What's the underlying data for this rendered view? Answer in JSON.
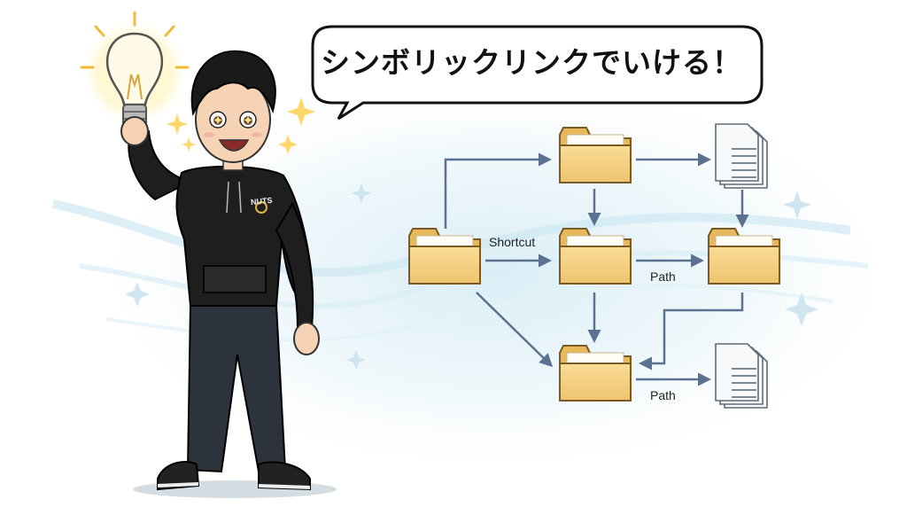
{
  "speech_bubble": {
    "text": "シンボリックリンクでいける！"
  },
  "character": {
    "hoodie_logo": "NUTS"
  },
  "diagram": {
    "labels": {
      "shortcut": "Shortcut",
      "path_1": "Path",
      "path_2": "Path"
    },
    "nodes": [
      {
        "id": "folder-source",
        "icon": "folder-icon"
      },
      {
        "id": "folder-top",
        "icon": "folder-icon"
      },
      {
        "id": "folder-center",
        "icon": "folder-icon"
      },
      {
        "id": "folder-bottom",
        "icon": "folder-icon"
      },
      {
        "id": "folder-right",
        "icon": "folder-icon"
      },
      {
        "id": "document-top",
        "icon": "document-icon"
      },
      {
        "id": "document-bottom",
        "icon": "document-icon"
      }
    ]
  },
  "colors": {
    "folder_fill": "#f4cf7e",
    "folder_tab": "#e8b95c",
    "folder_stroke": "#7a5a22",
    "arrow": "#5a7290",
    "glow": "#cfe8f2",
    "hoodie": "#1e1e1e",
    "jeans": "#2c333d",
    "bulb_glow": "#fff2b0"
  }
}
